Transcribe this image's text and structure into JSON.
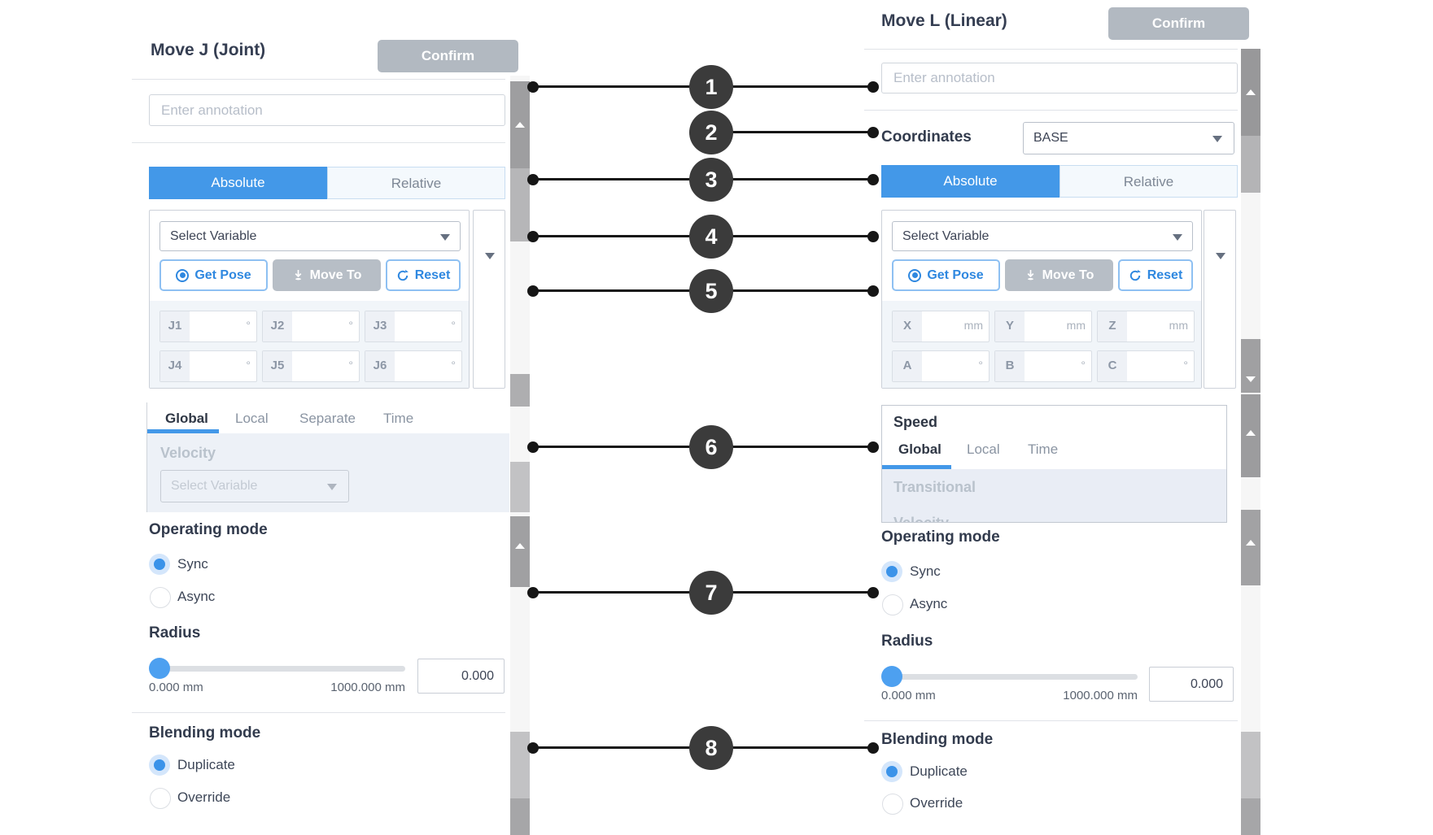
{
  "callouts": {
    "labels": [
      "1",
      "2",
      "3",
      "4",
      "5",
      "6",
      "7",
      "8"
    ]
  },
  "left_panel": {
    "title": "Move J (Joint)",
    "confirm_label": "Confirm",
    "annotation_placeholder": "Enter annotation",
    "tab_absolute": "Absolute",
    "tab_relative": "Relative",
    "variable_placeholder": "Select Variable",
    "buttons": {
      "get_pose": "Get Pose",
      "move_to": "Move To",
      "reset": "Reset"
    },
    "joint_fields": [
      {
        "label": "J1",
        "unit": "°"
      },
      {
        "label": "J2",
        "unit": "°"
      },
      {
        "label": "J3",
        "unit": "°"
      },
      {
        "label": "J4",
        "unit": "°"
      },
      {
        "label": "J5",
        "unit": "°"
      },
      {
        "label": "J6",
        "unit": "°"
      }
    ],
    "speed_tabs": [
      "Global",
      "Local",
      "Separate",
      "Time"
    ],
    "velocity": {
      "label": "Velocity",
      "placeholder": "Select Variable"
    },
    "operating_mode": {
      "label": "Operating mode",
      "options": [
        "Sync",
        "Async"
      ],
      "selected": "Sync"
    },
    "radius": {
      "label": "Radius",
      "min": "0.000 mm",
      "max": "1000.000 mm",
      "value": "0.000"
    },
    "blending": {
      "label": "Blending mode",
      "options": [
        "Duplicate",
        "Override"
      ],
      "selected": "Duplicate"
    }
  },
  "right_panel": {
    "title": "Move L (Linear)",
    "confirm_label": "Confirm",
    "annotation_placeholder": "Enter annotation",
    "coordinates": {
      "label": "Coordinates",
      "value": "BASE"
    },
    "tab_absolute": "Absolute",
    "tab_relative": "Relative",
    "variable_placeholder": "Select Variable",
    "buttons": {
      "get_pose": "Get Pose",
      "move_to": "Move To",
      "reset": "Reset"
    },
    "position_fields": [
      {
        "label": "X",
        "unit": "mm"
      },
      {
        "label": "Y",
        "unit": "mm"
      },
      {
        "label": "Z",
        "unit": "mm"
      }
    ],
    "orientation_fields": [
      {
        "label": "A",
        "unit": "°"
      },
      {
        "label": "B",
        "unit": "°"
      },
      {
        "label": "C",
        "unit": "°"
      }
    ],
    "speed": {
      "title": "Speed",
      "tabs": [
        "Global",
        "Local",
        "Time"
      ],
      "transitional": "Transitional",
      "clipped_text": "Velocity"
    },
    "operating_mode": {
      "label": "Operating mode",
      "options": [
        "Sync",
        "Async"
      ],
      "selected": "Sync"
    },
    "radius": {
      "label": "Radius",
      "min": "0.000 mm",
      "max": "1000.000 mm",
      "value": "0.000"
    },
    "blending": {
      "label": "Blending mode",
      "options": [
        "Duplicate",
        "Override"
      ],
      "selected": "Duplicate"
    }
  },
  "colors": {
    "accent_blue": "#4398e8",
    "button_gray": "#b2b9c1",
    "callout_dark": "#3b3b3b",
    "disabled_text": "#b9c2cc"
  }
}
